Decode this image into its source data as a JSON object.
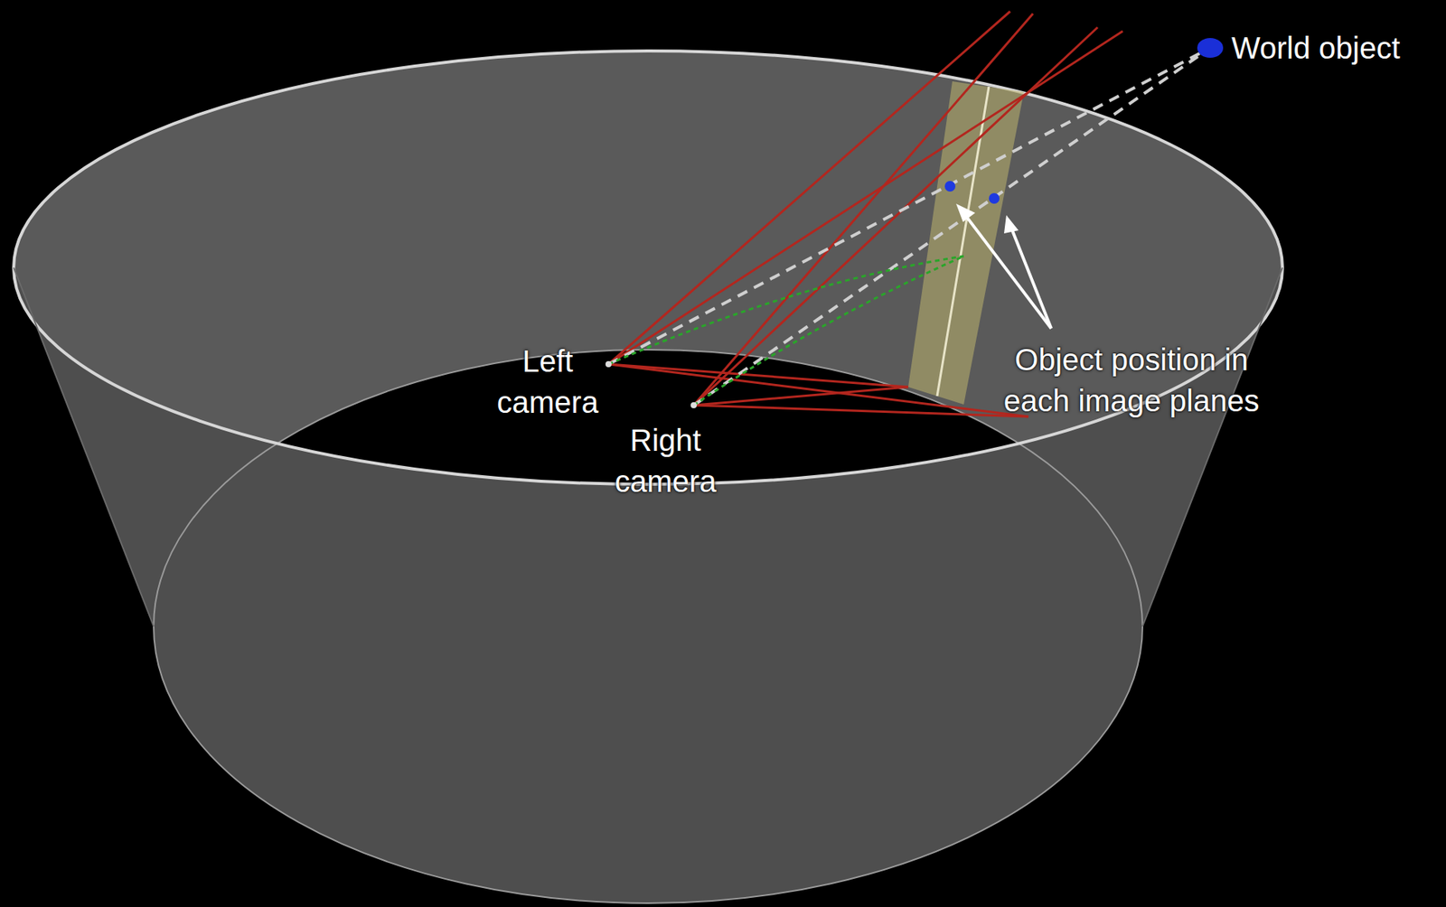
{
  "diagram": {
    "labels": [
      "World object",
      "Left camera",
      "Right camera",
      "Object position in each image planes"
    ]
  }
}
